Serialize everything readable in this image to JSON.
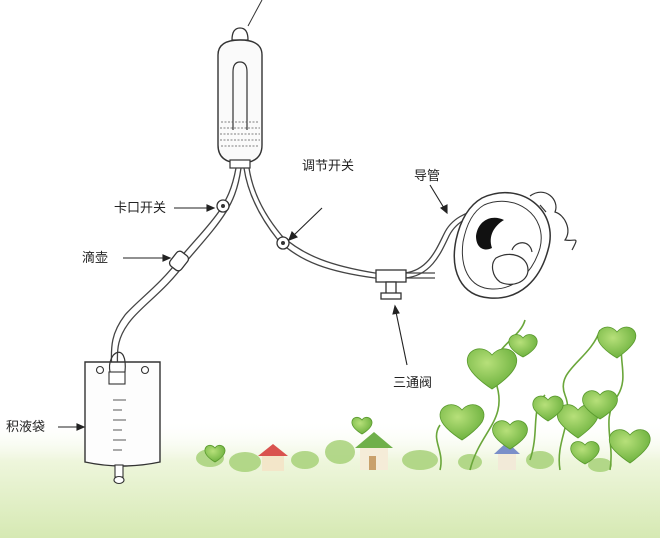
{
  "labels": {
    "clamp_switch": "卡口开关",
    "drip_chamber": "滴壶",
    "regulator_switch": "调节开关",
    "catheter": "导管",
    "three_way_valve": "三通阀",
    "drainage_bag": "积液袋"
  },
  "colors": {
    "leaf": "#7cc243",
    "leaf_dark": "#4f9a2a",
    "ground": "#dfeec2",
    "line": "#333333"
  }
}
